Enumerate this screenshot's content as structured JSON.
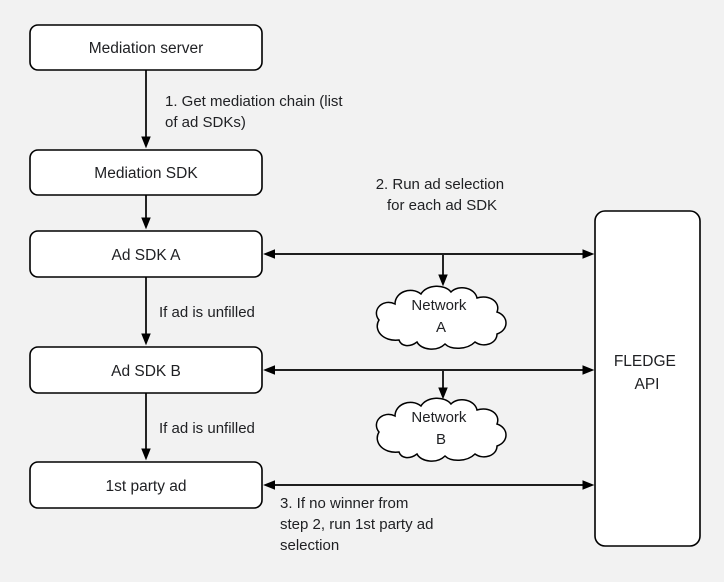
{
  "colors": {
    "background": "#f2f2f2",
    "node_fill": "#ffffff",
    "stroke": "#000000",
    "text": "#202124"
  },
  "nodes": {
    "mediation_server": "Mediation server",
    "mediation_sdk": "Mediation SDK",
    "ad_sdk_a": "Ad SDK A",
    "ad_sdk_b": "Ad SDK B",
    "first_party_ad": "1st party ad",
    "fledge_api": {
      "line1": "FLEDGE",
      "line2": "API"
    },
    "network_a": {
      "line1": "Network",
      "line2": "A"
    },
    "network_b": {
      "line1": "Network",
      "line2": "B"
    }
  },
  "annotations": {
    "step1": {
      "line1": "1. Get mediation chain (list",
      "line2": "of ad SDKs)"
    },
    "step2": {
      "line1": "2. Run ad selection",
      "line2": "for each ad SDK"
    },
    "if_unfilled_a": "If ad is unfilled",
    "if_unfilled_b": "If ad is unfilled",
    "step3": {
      "line1": "3. If no winner from",
      "line2": "step 2, run 1st party ad",
      "line3": "selection"
    }
  }
}
